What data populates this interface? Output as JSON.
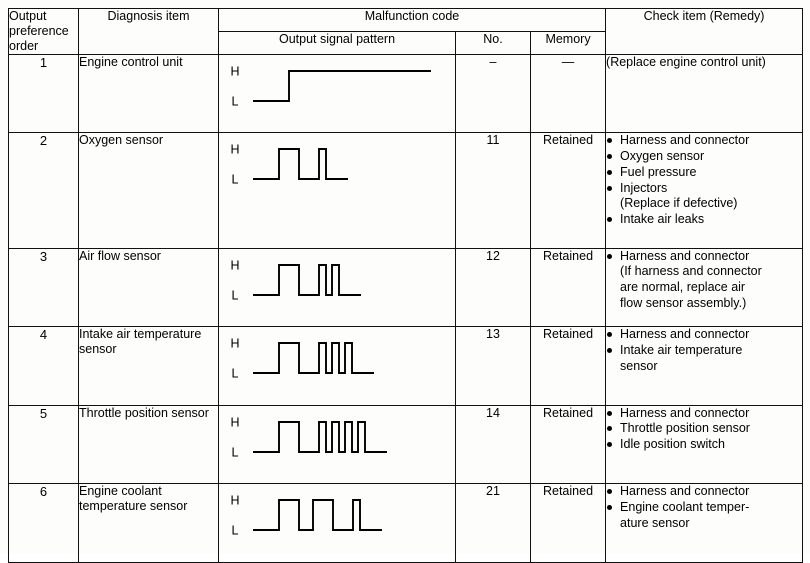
{
  "table": {
    "headers": {
      "output_preference_order": "Output preference order",
      "diagnosis_item": "Diagnosis item",
      "malfunction_code": "Malfunction code",
      "output_signal_pattern": "Output signal pattern",
      "no": "No.",
      "memory": "Memory",
      "check_item": "Check item (Remedy)"
    },
    "signal_labels": {
      "high": "H",
      "low": "L"
    },
    "rows": [
      {
        "order": "1",
        "diagnosis_item": "Engine control unit",
        "signal": {
          "type": "step",
          "wide": 0,
          "narrow": 0,
          "description": "Low then permanently high step"
        },
        "no": "–",
        "memory": "—",
        "check_plain": "(Replace engine control unit)",
        "check_items": []
      },
      {
        "order": "2",
        "diagnosis_item": "Oxygen sensor",
        "signal": {
          "type": "pulses",
          "wide": 1,
          "narrow": 1,
          "description": "One wide pulse then one narrow pulse"
        },
        "no": "11",
        "memory": "Retained",
        "check_plain": "",
        "check_items": [
          {
            "text": "Harness and connector",
            "bullet": true
          },
          {
            "text": "Oxygen sensor",
            "bullet": true
          },
          {
            "text": "Fuel pressure",
            "bullet": true
          },
          {
            "text": "Injectors",
            "bullet": true
          },
          {
            "text": "(Replace if defective)",
            "bullet": false
          },
          {
            "text": "Intake air leaks",
            "bullet": true
          }
        ]
      },
      {
        "order": "3",
        "diagnosis_item": "Air flow sensor",
        "signal": {
          "type": "pulses",
          "wide": 1,
          "narrow": 2,
          "description": "One wide pulse then two narrow pulses"
        },
        "no": "12",
        "memory": "Retained",
        "check_plain": "",
        "check_items": [
          {
            "text": "Harness and connector",
            "bullet": true
          },
          {
            "text": "(If harness and connector",
            "bullet": false
          },
          {
            "text": "are normal, replace air",
            "bullet": false
          },
          {
            "text": "flow sensor assembly.)",
            "bullet": false
          }
        ]
      },
      {
        "order": "4",
        "diagnosis_item": "Intake air temperature sensor",
        "signal": {
          "type": "pulses",
          "wide": 1,
          "narrow": 3,
          "description": "One wide pulse then three narrow pulses"
        },
        "no": "13",
        "memory": "Retained",
        "check_plain": "",
        "check_items": [
          {
            "text": "Harness and connector",
            "bullet": true
          },
          {
            "text": "Intake air temperature",
            "bullet": true
          },
          {
            "text": "sensor",
            "bullet": false
          }
        ]
      },
      {
        "order": "5",
        "diagnosis_item": "Throttle position sensor",
        "signal": {
          "type": "pulses",
          "wide": 1,
          "narrow": 4,
          "description": "One wide pulse then four narrow pulses"
        },
        "no": "14",
        "memory": "Retained",
        "check_plain": "",
        "check_items": [
          {
            "text": "Harness and connector",
            "bullet": true
          },
          {
            "text": "Throttle position sensor",
            "bullet": true
          },
          {
            "text": "Idle position switch",
            "bullet": true
          }
        ]
      },
      {
        "order": "6",
        "diagnosis_item": "Engine coolant temperature sensor",
        "signal": {
          "type": "pulses",
          "wide": 2,
          "narrow": 1,
          "description": "Two wide pulses then one narrow pulse"
        },
        "no": "21",
        "memory": "Retained",
        "check_plain": "",
        "check_items": [
          {
            "text": "Harness and connector",
            "bullet": true
          },
          {
            "text": "Engine coolant temper-",
            "bullet": true
          },
          {
            "text": "ature sensor",
            "bullet": false
          }
        ]
      }
    ]
  },
  "colors": {
    "ink": "#111111",
    "paper": "#fdfdfc",
    "trace": "#000000"
  }
}
